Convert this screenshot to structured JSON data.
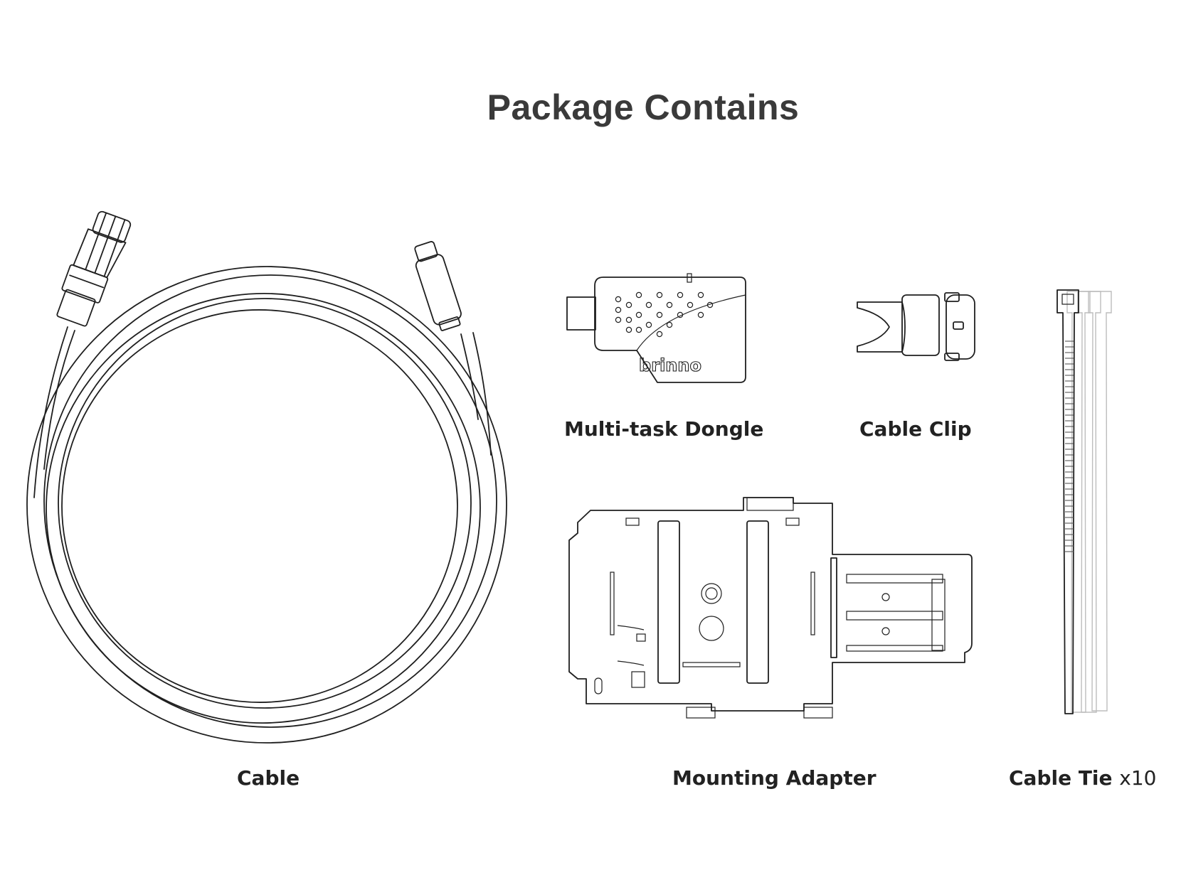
{
  "title": "Package Contains",
  "items": {
    "cable": {
      "label": "Cable"
    },
    "dongle": {
      "label": "Multi-task Dongle",
      "brand": "brinno"
    },
    "clip": {
      "label": "Cable Clip"
    },
    "adapter": {
      "label": "Mounting Adapter"
    },
    "tie": {
      "label": "Cable Tie",
      "quantity": "x10"
    }
  }
}
